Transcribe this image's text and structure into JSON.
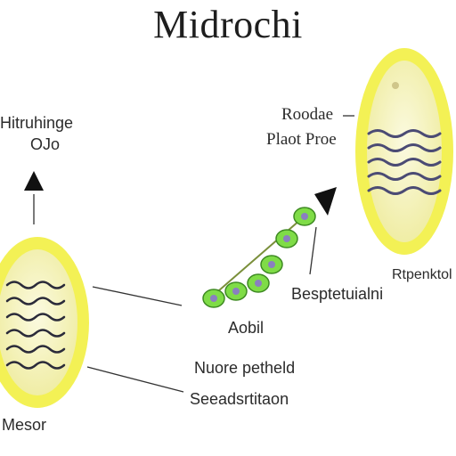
{
  "title": "Midrochi",
  "labels": {
    "top_left_1": "Hitruhinge",
    "top_left_2": "OJo",
    "top_right_1": "Roodae",
    "top_right_2": "Plaot Proe",
    "right_caption": "Rtpenktol",
    "mid_right": "Besptetuialni",
    "chain_caption": "Aobil",
    "lower_1": "Nuore petheld",
    "lower_2": "Seeadsrtitaon",
    "bottom_left": "Mesor"
  },
  "colors": {
    "organelle_rim": "#f4f25a",
    "organelle_fill": "#f8f6c9",
    "cristae": "#4b4b74",
    "bead_fill": "#6fd63f",
    "bead_nucleus": "#8a7fc0",
    "line": "#333333"
  }
}
